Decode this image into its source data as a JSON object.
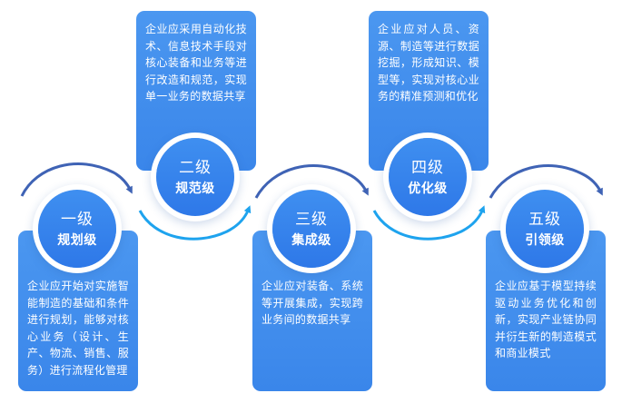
{
  "levels": [
    {
      "level": "一级",
      "name": "规划级",
      "description": "企业应开始对实施智能制造的基础和条件进行规划，能够对核心业务（设计、生产、物流、销售、服务）进行流程化管理"
    },
    {
      "level": "二级",
      "name": "规范级",
      "description": "企业应采用自动化技术、信息技术手段对核心装备和业务等进行改造和规范，实现单一业务的数据共享"
    },
    {
      "level": "三级",
      "name": "集成级",
      "description": "企业应对装备、系统等开展集成，实现跨业务间的数据共享"
    },
    {
      "level": "四级",
      "name": "优化级",
      "description": "企业应对人员、资源、制造等进行数据挖掘，形成知识、模型等，实现对核心业务的精准预测和优化"
    },
    {
      "level": "五级",
      "name": "引领级",
      "description": "企业应基于模型持续驱动业务优化和创新，实现产业链协同并衍生新的制造模式和商业模式"
    }
  ],
  "colors": {
    "primary": "#3a86ea",
    "arrow_dark": "#3f63b5",
    "arrow_light": "#1ea3ee"
  }
}
